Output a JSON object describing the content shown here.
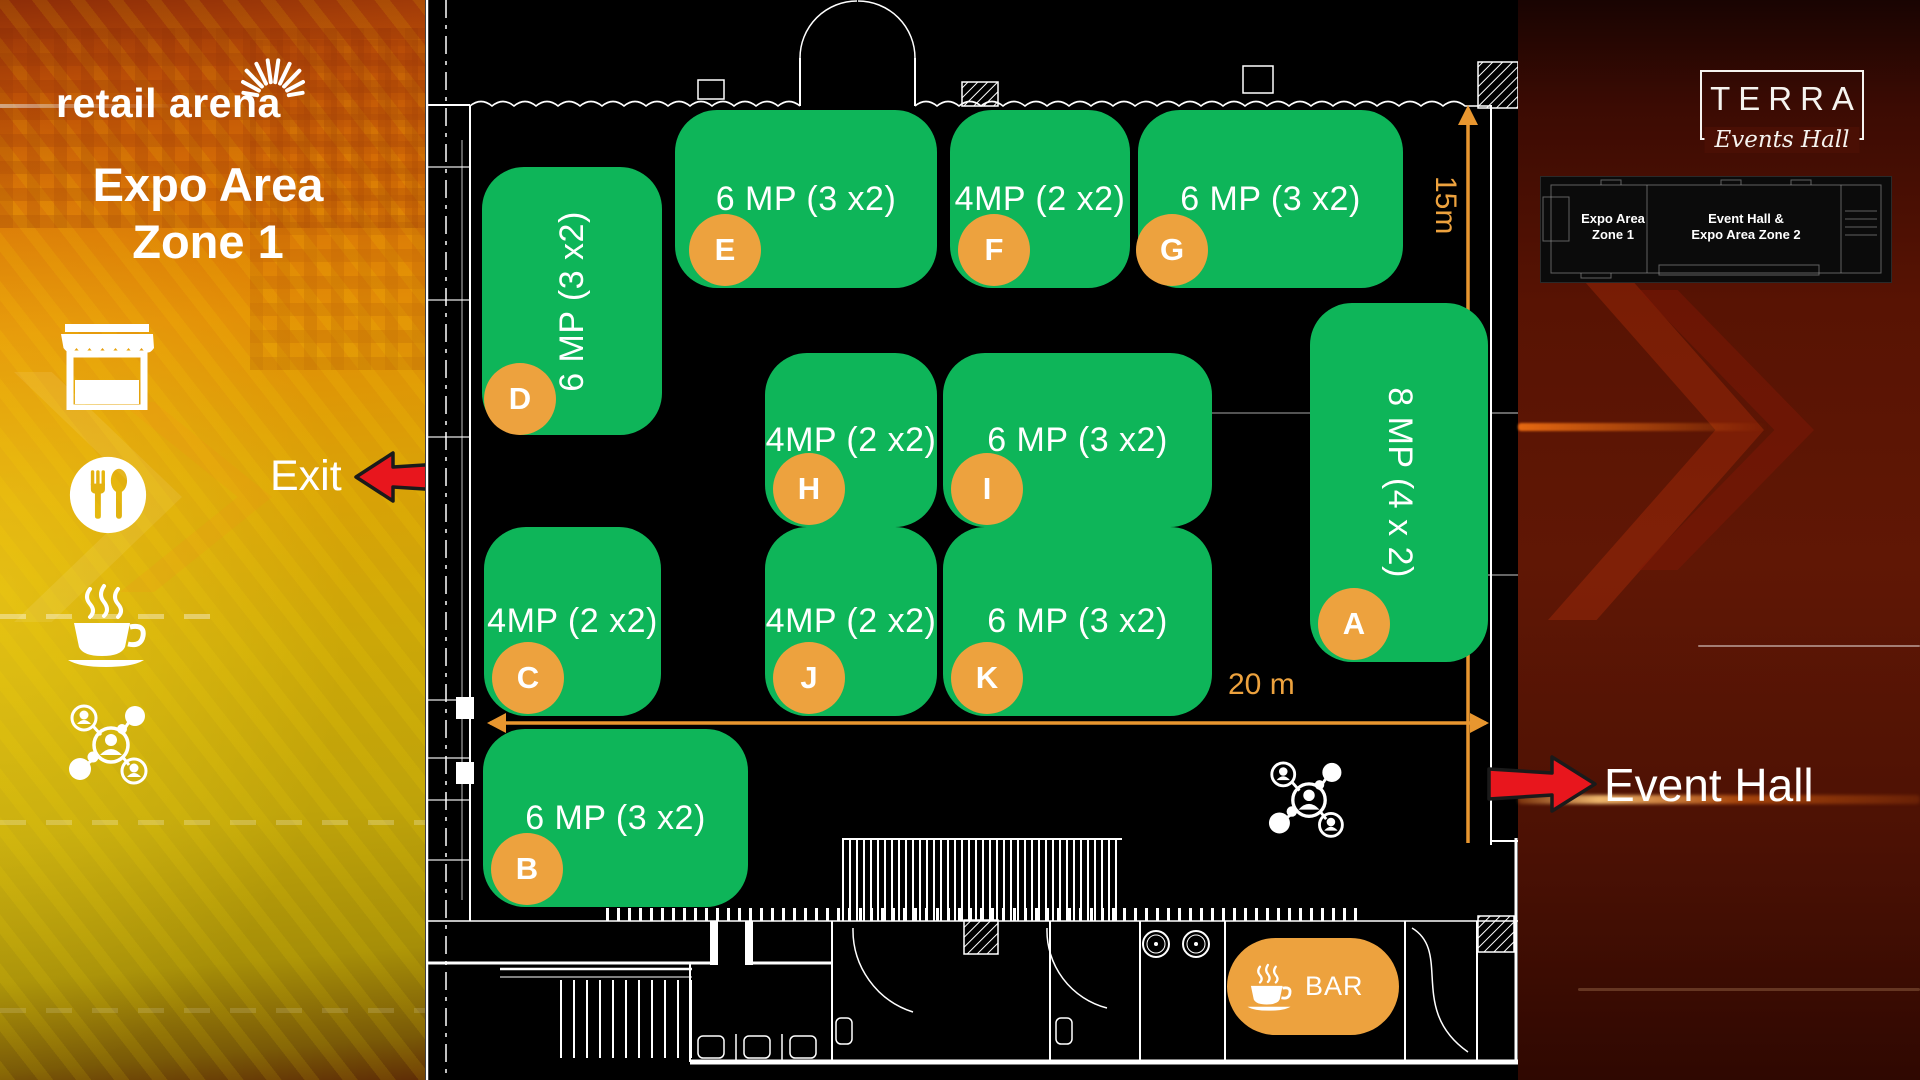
{
  "sidebar": {
    "brand": {
      "logo_text": "retail arena"
    },
    "title": {
      "line1": "Expo Area",
      "line2": "Zone 1"
    },
    "exit_label": "Exit",
    "icons": [
      {
        "name": "expo-booth-icon"
      },
      {
        "name": "restaurant-icon"
      },
      {
        "name": "coffee-icon"
      },
      {
        "name": "networking-icon"
      }
    ]
  },
  "floor_plan": {
    "booths": [
      {
        "id": "A",
        "label": "8 MP (4 x 2)"
      },
      {
        "id": "B",
        "label": "6 MP (3 x2)"
      },
      {
        "id": "C",
        "label": "4MP (2 x2)"
      },
      {
        "id": "D",
        "label": "6 MP (3 x2)"
      },
      {
        "id": "E",
        "label": "6 MP (3 x2)"
      },
      {
        "id": "F",
        "label": "4MP (2 x2)"
      },
      {
        "id": "G",
        "label": "6 MP (3 x2)"
      },
      {
        "id": "H",
        "label": "4MP (2 x2)"
      },
      {
        "id": "I",
        "label": "6 MP (3 x2)"
      },
      {
        "id": "J",
        "label": "4MP (2 x2)"
      },
      {
        "id": "K",
        "label": "6 MP (3 x2)"
      }
    ],
    "dimensions": {
      "width": "20 m",
      "height": "15m"
    },
    "bar_label": "BAR",
    "event_hall_label": "Event Hall"
  },
  "right_panel": {
    "venue_logo": {
      "name": "TERRA",
      "tagline": "Events Hall"
    },
    "minimap": {
      "zone1_line1": "Expo Area",
      "zone1_line2": "Zone 1",
      "zone2_line1": "Event Hall &",
      "zone2_line2": "Expo Area Zone 2"
    }
  },
  "colors": {
    "booth_green": "#0eb559",
    "badge_orange": "#eda23e",
    "dimension_orange": "#e8962f",
    "arrow_red": "#e8161d"
  }
}
